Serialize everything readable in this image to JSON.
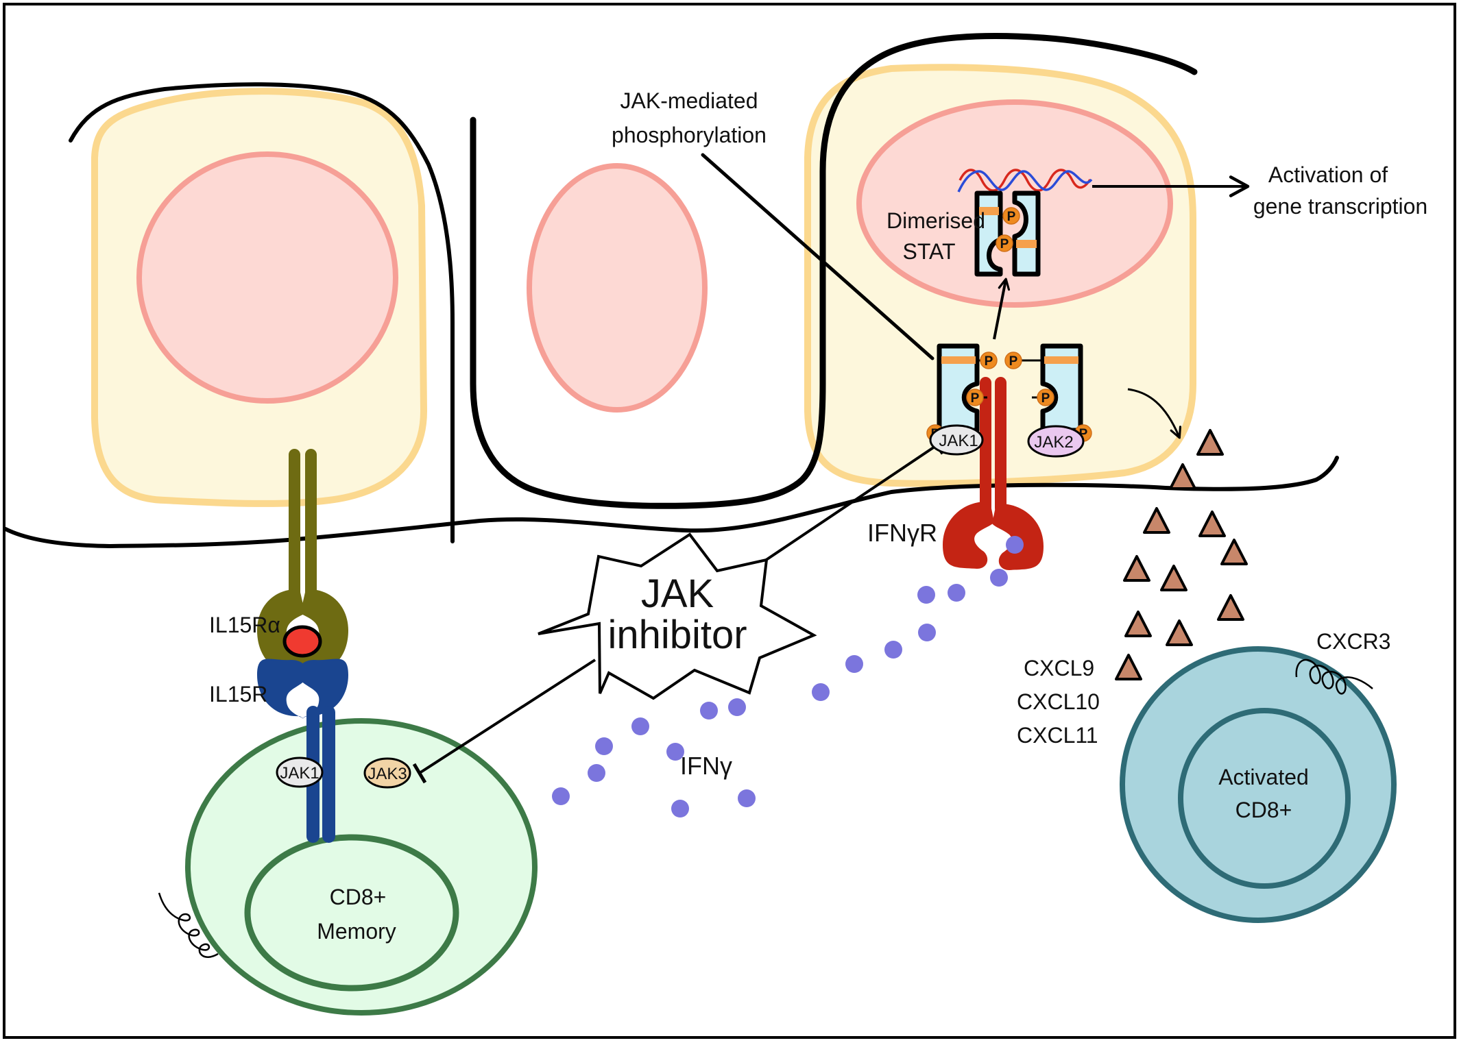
{
  "figure": {
    "title": "JAK inhibitor mechanism: IFNγ / JAK-STAT signalling and IL-15 signalling in CD8+ T cells"
  },
  "colors": {
    "cytoplasm_fill": "#fdf7dc",
    "cytoplasm_stroke": "#fbd88e",
    "nucleus_fill": "#fdd9d4",
    "nucleus_stroke": "#f69f96",
    "outline": "#000000",
    "il15ra": "#6e6b12",
    "il15r": "#1a4590",
    "il15": "#f03a30",
    "ifngr": "#c42414",
    "ifng": "#7b75dd",
    "chemokine": "#c8876a",
    "stat_fill": "#cdeff6",
    "stat_band": "#f5a04c",
    "phospho": "#ee8a1f",
    "jak1_fill": "#e9e9ea",
    "jak2_fill": "#eac8ef",
    "jak3_fill": "#f2d4a6",
    "memory_cell_fill": "#e2fbe6",
    "memory_cell_stroke": "#3d7a47",
    "activated_cell_fill": "#a9d4dd",
    "activated_cell_stroke": "#2e6b76",
    "dna_red": "#d8281d",
    "dna_blue": "#2b4cd8"
  },
  "labels": {
    "jak_mediated": [
      "JAK-mediated",
      "phosphorylation"
    ],
    "dimerised_stat": [
      "Dimerised",
      "STAT"
    ],
    "gene_activation": [
      "Activation of",
      "gene transcription"
    ],
    "jak_inhibitor": [
      "JAK",
      "inhibitor"
    ],
    "ifngr": "IFNγR",
    "ifng": "IFNγ",
    "il15ra": "IL15Rα",
    "il15r": "IL15R",
    "memory_cell": [
      "CD8+",
      "Memory"
    ],
    "activated_cell": [
      "Activated",
      "CD8+"
    ],
    "cxcr3": "CXCR3",
    "chemokines": [
      "CXCL9",
      "CXCL10",
      "CXCL11"
    ],
    "phospho": "P",
    "jak1": "JAK1",
    "jak2": "JAK2",
    "jak3": "JAK3"
  }
}
